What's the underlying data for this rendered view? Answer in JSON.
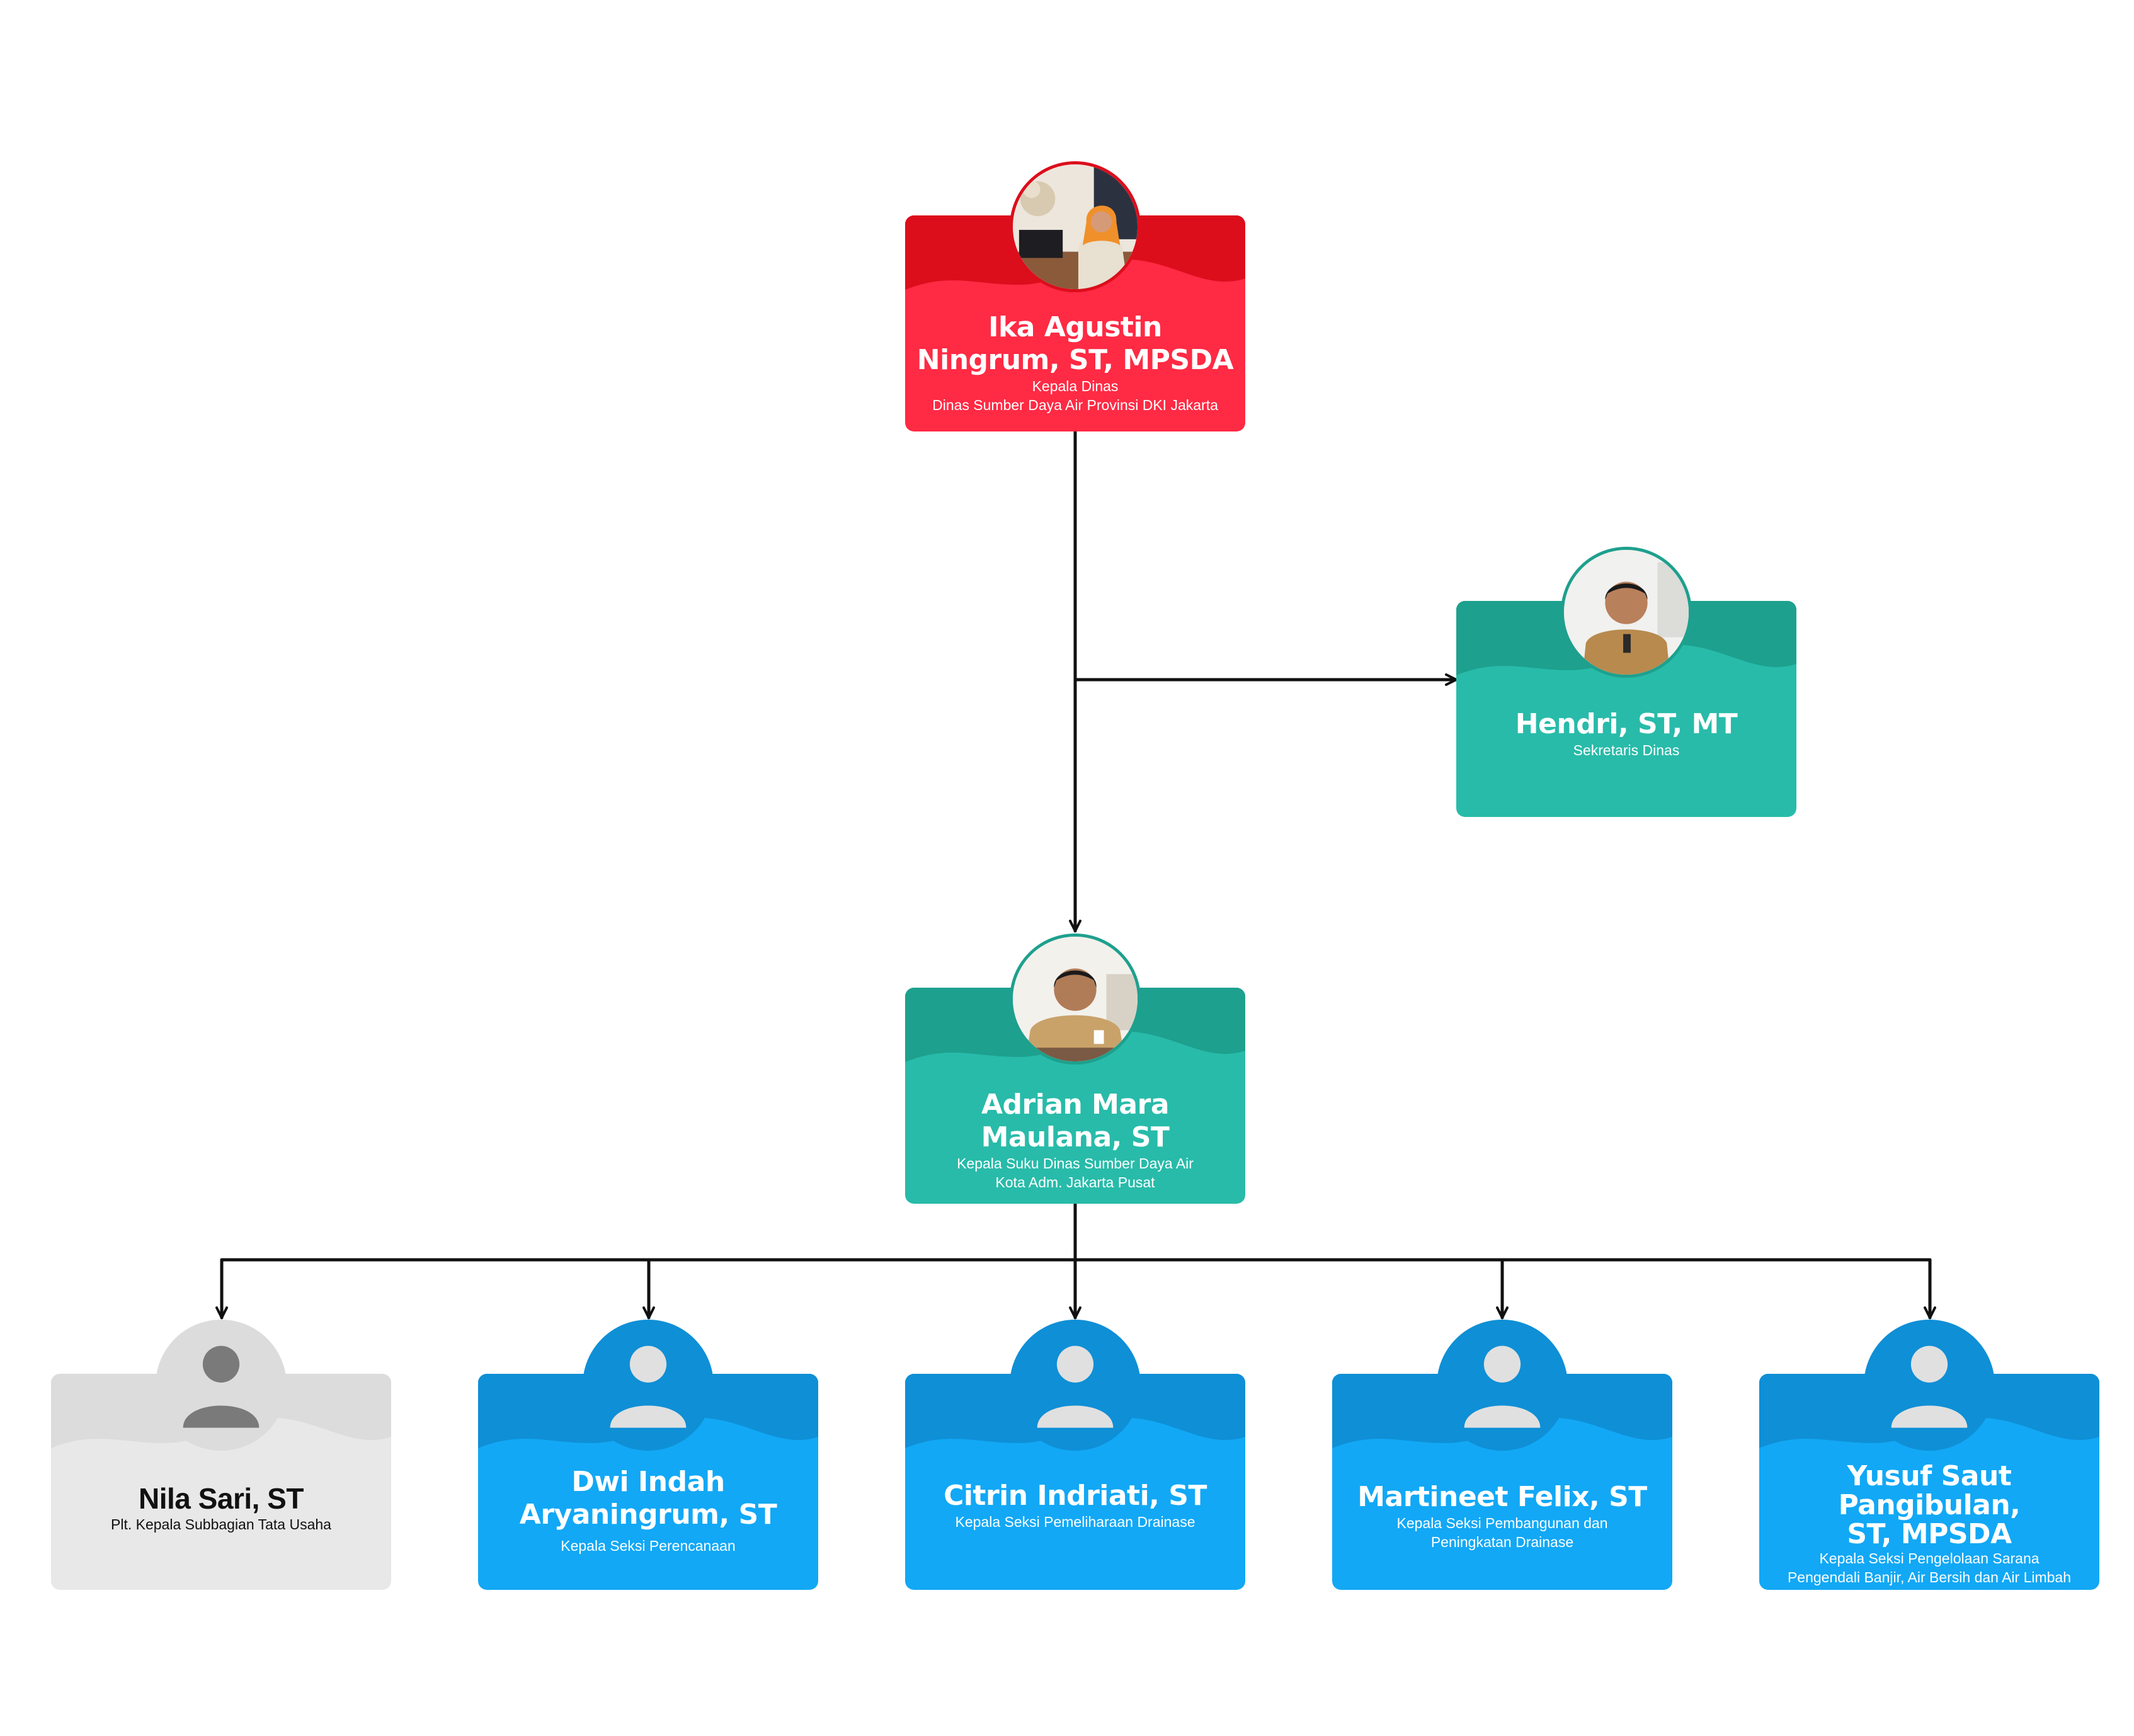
{
  "colors": {
    "red": "#ff2a44",
    "red_dark": "#dc0e1c",
    "teal": "#28bba9",
    "teal_dark": "#1ea08e",
    "blue": "#12a8f5",
    "blue_dark": "#0f8fd6",
    "gray": "#e8e8e8",
    "gray_dark": "#dcdcdc",
    "connector": "#111111",
    "placeholder_icon": "#e0e0e0",
    "placeholder_icon_dark": "#7a7a7a"
  },
  "nodes": {
    "head": {
      "name_line1": "Ika Agustin",
      "name_line2": "Ningrum, ST, MPSDA",
      "role_line1": "Kepala Dinas",
      "role_line2": "Dinas Sumber Daya Air Provinsi DKI Jakarta",
      "avatar": "photo-avatar"
    },
    "secretary": {
      "name_line1": "Hendri, ST, MT",
      "role_line1": "Sekretaris Dinas",
      "avatar": "photo-avatar"
    },
    "suku_dinas": {
      "name_line1": "Adrian Mara Maulana, ST",
      "role_line1": "Kepala Suku Dinas Sumber Daya Air",
      "role_line2": "Kota Adm. Jakarta Pusat",
      "avatar": "photo-avatar"
    },
    "tata_usaha": {
      "name_line1": "Nila Sari, ST",
      "role_line1": "Plt. Kepala Subbagian Tata Usaha",
      "avatar": "person-placeholder-icon"
    },
    "perencanaan": {
      "name_line1": "Dwi Indah",
      "name_line2": "Aryaningrum, ST",
      "role_line1": "Kepala Seksi Perencanaan",
      "avatar": "person-placeholder-icon"
    },
    "pemeliharaan": {
      "name_line1": "Citrin Indriati, ST",
      "role_line1": "Kepala Seksi Pemeliharaan Drainase",
      "avatar": "person-placeholder-icon"
    },
    "pembangunan": {
      "name_line1": "Martineet Felix, ST",
      "role_line1": "Kepala Seksi Pembangunan dan",
      "role_line2": "Peningkatan Drainase",
      "avatar": "person-placeholder-icon"
    },
    "pengelolaan": {
      "name_line1": "Yusuf Saut Pangibulan,",
      "name_line2": "ST, MPSDA",
      "role_line1": "Kepala Seksi Pengelolaan Sarana",
      "role_line2": "Pengendali Banjir, Air Bersih dan Air Limbah",
      "avatar": "person-placeholder-icon"
    }
  }
}
